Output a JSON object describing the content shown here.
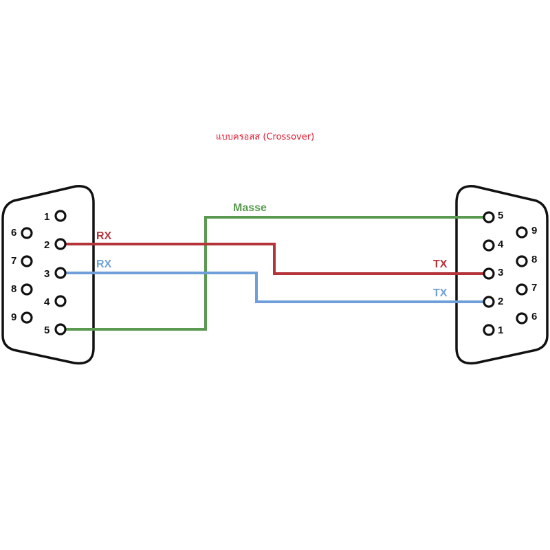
{
  "title": "แบบครอสส (Crossover)",
  "colors": {
    "title": "#e0192d",
    "rx_tx_line_1": "#b5343a",
    "rx_tx_line_2": "#6f9fd8",
    "ground": "#5a9a50",
    "outline": "#111111"
  },
  "left_connector": {
    "pins": [
      {
        "number": "1"
      },
      {
        "number": "2"
      },
      {
        "number": "3"
      },
      {
        "number": "4"
      },
      {
        "number": "5"
      },
      {
        "number": "6"
      },
      {
        "number": "7"
      },
      {
        "number": "8"
      },
      {
        "number": "9"
      }
    ],
    "labels": {
      "pin2": "RX",
      "pin3": "RX"
    }
  },
  "right_connector": {
    "pins": [
      {
        "number": "5"
      },
      {
        "number": "4"
      },
      {
        "number": "3"
      },
      {
        "number": "2"
      },
      {
        "number": "1"
      },
      {
        "number": "9"
      },
      {
        "number": "8"
      },
      {
        "number": "7"
      },
      {
        "number": "6"
      }
    ],
    "labels": {
      "pin3": "TX",
      "pin2": "TX"
    }
  },
  "wires": [
    {
      "name": "red",
      "from": "left-2",
      "to": "right-3",
      "label_left": "RX",
      "label_right": "TX"
    },
    {
      "name": "blue",
      "from": "left-3",
      "to": "right-2",
      "label_left": "RX",
      "label_right": "TX"
    },
    {
      "name": "green",
      "from": "left-5",
      "to": "right-5",
      "label": "Masse"
    }
  ]
}
